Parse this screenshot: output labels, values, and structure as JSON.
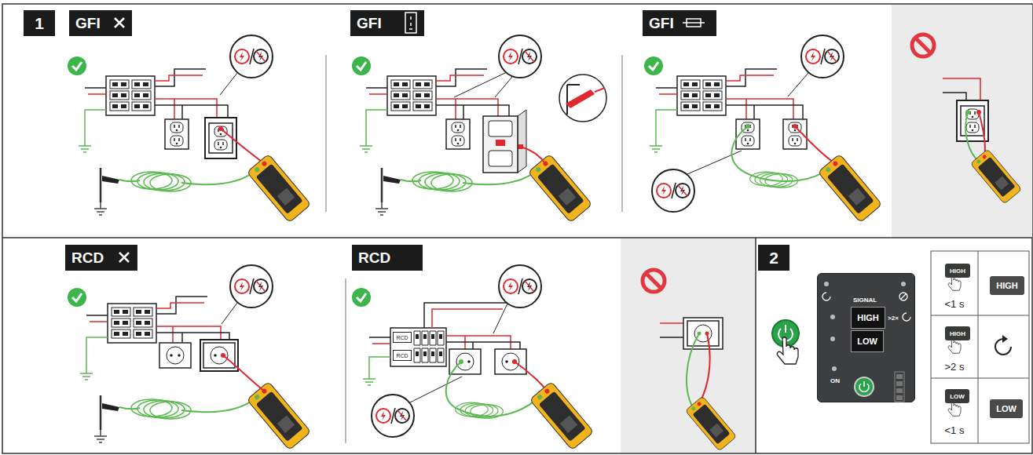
{
  "diagram": {
    "nodes": [
      {
        "text": [
          "1"
        ]
      },
      {
        "text": [
          "GFI"
        ]
      },
      {
        "text": [
          "GFI"
        ]
      },
      {
        "text": [
          "GFI"
        ]
      },
      {
        "text": [
          "RCD"
        ]
      },
      {
        "text": [
          "RCD"
        ]
      },
      {
        "text": [
          "RCD"
        ]
      },
      {
        "text": [
          "RCD"
        ]
      },
      {
        "text": [
          "2"
        ]
      },
      {
        "text": [
          "SIGNAL",
          ">2×",
          "ON"
        ]
      },
      {
        "text": [
          "HIGH"
        ],
        "in": 9
      },
      {
        "text": [
          "LOW"
        ],
        "in": 9
      },
      {
        "text": [
          "HIGH"
        ]
      },
      {
        "text": [
          "HIGH"
        ]
      },
      {
        "text": [
          "LOW"
        ]
      },
      {
        "text": [
          "HIGH"
        ]
      },
      {
        "text": [
          "LOW"
        ]
      }
    ],
    "labels": [
      "<1 s",
      ">2 s",
      "<1 s"
    ]
  }
}
